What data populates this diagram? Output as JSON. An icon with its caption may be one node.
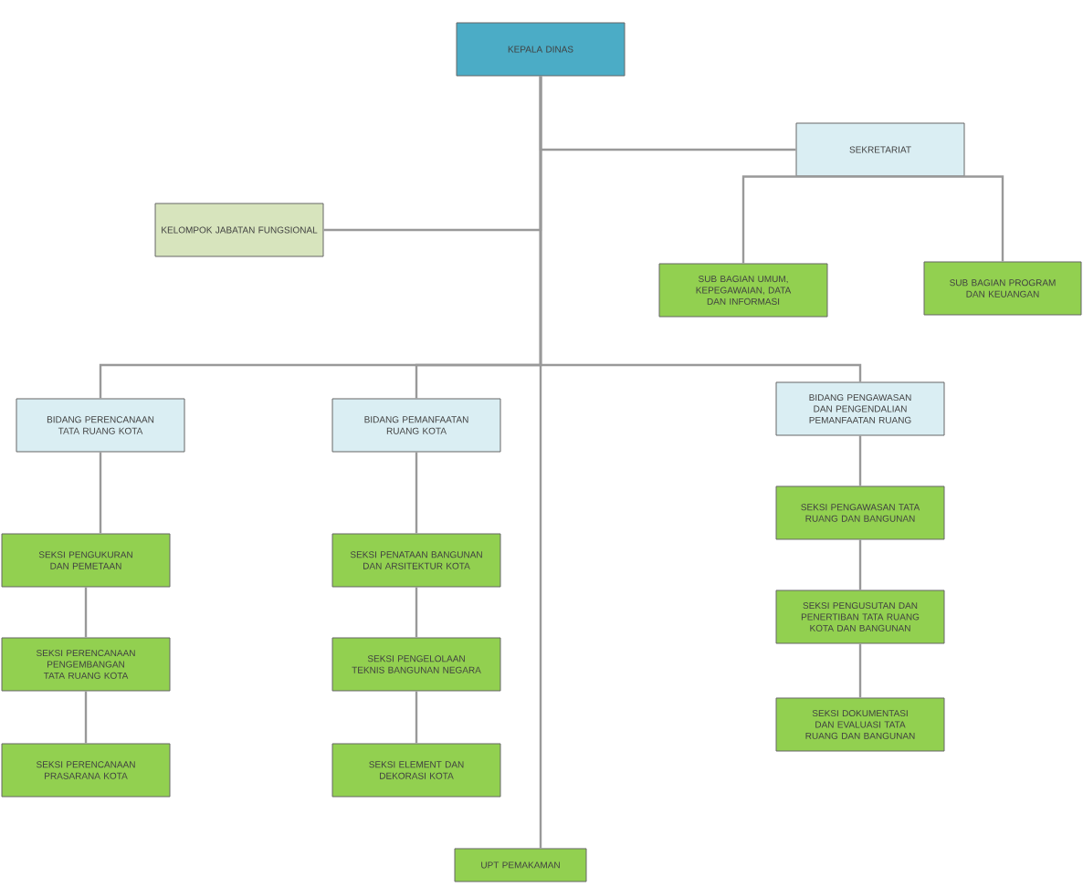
{
  "diagram": {
    "nodes": [
      {
        "text": [
          "KEPALA DINAS"
        ]
      },
      {
        "text": [
          "SEKRETARIAT"
        ]
      },
      {
        "text": [
          "KELOMPOK JABATAN FUNGSIONAL"
        ]
      },
      {
        "text": [
          "SUB BAGIAN UMUM, KEPEGAWAIAN, DATA DAN INFORMASI"
        ]
      },
      {
        "text": [
          "SUB BAGIAN PROGRAM DAN KEUANGAN"
        ]
      },
      {
        "text": [
          "BIDANG PERENCANAAN TATA RUANG KOTA"
        ]
      },
      {
        "text": [
          "BIDANG PEMANFAATAN RUANG KOTA"
        ]
      },
      {
        "text": [
          "BIDANG PENGAWASAN DAN PENGENDALIAN PEMANFAATAN RUANG"
        ]
      },
      {
        "text": [
          "SEKSI PENGUKURAN DAN PEMETAAN"
        ]
      },
      {
        "text": [
          "SEKSI PERENCANAAN PENGEMBANGAN TATA RUANG KOTA"
        ]
      },
      {
        "text": [
          "SEKSI PERENCANAAN PRASARANA KOTA"
        ]
      },
      {
        "text": [
          "SEKSI PENATAAN BANGUNAN DAN ARSITEKTUR KOTA"
        ]
      },
      {
        "text": [
          "SEKSI PENGELOLAAN TEKNIS BANGUNAN NEGARA"
        ]
      },
      {
        "text": [
          "SEKSI ELEMENT DAN DEKORASI KOTA"
        ]
      },
      {
        "text": [
          "SEKSI PENGAWASAN TATA RUANG DAN BANGUNAN"
        ]
      },
      {
        "text": [
          "SEKSI PENGUSUTAN DAN PENERTIBAN TATA RUANG KOTA DAN BANGUNAN"
        ]
      },
      {
        "text": [
          "SEKSI DOKUMENTASI DAN EVALUASI TATA RUANG DAN BANGUNAN"
        ]
      },
      {
        "text": [
          "UPT PEMAKAMAN"
        ]
      }
    ],
    "edges": [
      {
        "from": 0,
        "to": 1,
        "arrow": "none"
      },
      {
        "from": 0,
        "to": 2,
        "arrow": "none"
      },
      {
        "from": 1,
        "to": 3,
        "arrow": "none"
      },
      {
        "from": 1,
        "to": 4,
        "arrow": "none"
      },
      {
        "from": 0,
        "to": 5,
        "arrow": "none"
      },
      {
        "from": 0,
        "to": 6,
        "arrow": "none"
      },
      {
        "from": 0,
        "to": 7,
        "arrow": "none"
      },
      {
        "from": 5,
        "to": 8,
        "arrow": "none"
      },
      {
        "from": 8,
        "to": 9,
        "arrow": "none"
      },
      {
        "from": 9,
        "to": 10,
        "arrow": "none"
      },
      {
        "from": 6,
        "to": 11,
        "arrow": "none"
      },
      {
        "from": 11,
        "to": 12,
        "arrow": "none"
      },
      {
        "from": 12,
        "to": 13,
        "arrow": "none"
      },
      {
        "from": 7,
        "to": 14,
        "arrow": "none"
      },
      {
        "from": 14,
        "to": 15,
        "arrow": "none"
      },
      {
        "from": 15,
        "to": 16,
        "arrow": "none"
      },
      {
        "from": 0,
        "to": 17,
        "arrow": "none"
      }
    ]
  }
}
